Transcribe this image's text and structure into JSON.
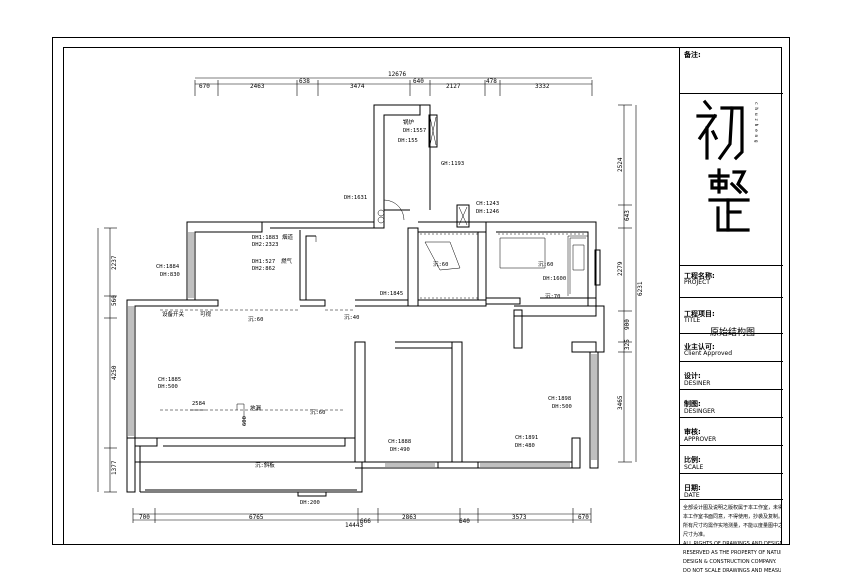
{
  "title_block": {
    "remarks_label": "备注:",
    "logo_chars": "初整",
    "logo_small": "c h u z h e n g",
    "project_label": "工程名称:",
    "project_en": "PROJECT",
    "title_label": "工程项目:",
    "title_en": "TITLE",
    "title_value": "原始结构图",
    "client_label": "业主认可:",
    "client_en": "Client Approved",
    "design_label": "设计:",
    "design_en": "DESINER",
    "draw_label": "制图:",
    "draw_en": "DESINGER",
    "review_label": "审核:",
    "review_en": "APPROVER",
    "scale_label": "比例:",
    "scale_en": "SCALE",
    "date_label": "日期:",
    "date_en": "DATE",
    "notes": [
      "全部设计图及说明之版权属于本工作室，未得",
      "本工作室书面同意，不得使用，抄袭及复制。",
      "所有尺寸均需作实地测量，不能以度量图中之",
      "尺寸为准。",
      "ALL RIGHTS OF DRAWINGS AND DESIGNS ARE",
      "RESERVED AS THE PROPERTY OF NATURE",
      "DESIGN & CONSTRUCTION COMPANY.",
      "DO NOT SCALE DRAWINGS AND MEASURE-"
    ]
  },
  "dimensions": {
    "top_total": "12676",
    "top": [
      "670",
      "2463",
      "638",
      "3474",
      "640",
      "2127",
      "478",
      "3332"
    ],
    "bottom_total": "14443",
    "bottom": [
      "700",
      "6765",
      "666",
      "2863",
      "640",
      "3573",
      "670"
    ],
    "left": [
      "2237",
      "560",
      "4250",
      "1377"
    ],
    "right": [
      "2524",
      "643",
      "2279",
      "900",
      "325",
      "3465"
    ],
    "right_total": "6231"
  },
  "labels": {
    "boiler": "锅炉",
    "dh1557": "DH:1557",
    "dh155": "DH:155",
    "gh1193": "GH:1193",
    "dh1631": "DH:1631",
    "ch1243": "CH:1243",
    "dh1246": "DH:1246",
    "ch1884": "CH:1884",
    "dh830": "DH:830",
    "dh1_1883": "DH1:1883",
    "dh2_2323": "DH2:2323",
    "smoke": "烟道",
    "dh1_527": "DH1:527",
    "dh2_862": "DH2:862",
    "gas_meter": "燃气",
    "drop60a": "沉:60",
    "drop60b": "沉:60",
    "dh1600": "DH:1600",
    "dh1845": "DH:1845",
    "drop70": "沉:70",
    "equip_switch": "设备开关",
    "visual": "可视",
    "drop60c": "沉:60",
    "drop40": "沉:40",
    "ch1885": "CH:1885",
    "dh500a": "DH:500",
    "h2584": "2584",
    "h600": "600",
    "floor_drain": "地漏",
    "drop60d": "沉:60",
    "ch1888": "CH:1888",
    "dh490": "DH:490",
    "ch1891": "CH:1891",
    "dh480": "DH:480",
    "ch1898": "CH:1898",
    "dh500b": "DH:500",
    "balcony_slab": "沉:斜板",
    "dh200": "DH:200"
  }
}
